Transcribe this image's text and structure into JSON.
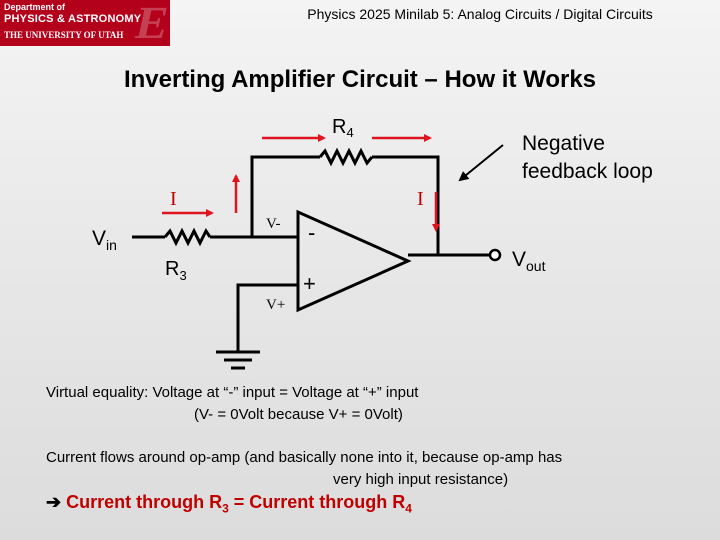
{
  "logo": {
    "line1": "Department of",
    "line2": "PHYSICS & ASTRONOMY",
    "line3": "THE UNIVERSITY OF UTAH"
  },
  "header": {
    "course_title": "Physics 2025  Minilab 5: Analog Circuits / Digital Circuits"
  },
  "slide": {
    "title": "Inverting Amplifier Circuit – How it Works"
  },
  "diagram": {
    "r4_label": "R",
    "r4_sub": "4",
    "r3_label": "R",
    "r3_sub": "3",
    "vin_label": "V",
    "vin_sub": "in",
    "vout_label": "V",
    "vout_sub": "out",
    "current_left": "I",
    "current_right": "I",
    "v_minus_label": "V-",
    "v_plus_label": "V+",
    "minus_sign": "-",
    "plus_sign": "+",
    "feedback_label_line1": "Negative",
    "feedback_label_line2": "feedback loop",
    "arrow_color": "#e0141e"
  },
  "notes": {
    "virtual_equality_line1": "Virtual equality:  Voltage at “-” input = Voltage at “+” input",
    "virtual_equality_line2": "(V-  =  0Volt   because   V+ = 0Volt)",
    "current_flow_line1": "Current flows around op-amp (and basically none into it, because op-amp has",
    "current_flow_line2": "very high input resistance)",
    "conclusion_a": "Current through R",
    "conclusion_sub_a": "3",
    "conclusion_b": " = Current through R",
    "conclusion_sub_b": "4"
  },
  "colors": {
    "emphasis": "#c00000",
    "logo_background": "#b3001b"
  }
}
